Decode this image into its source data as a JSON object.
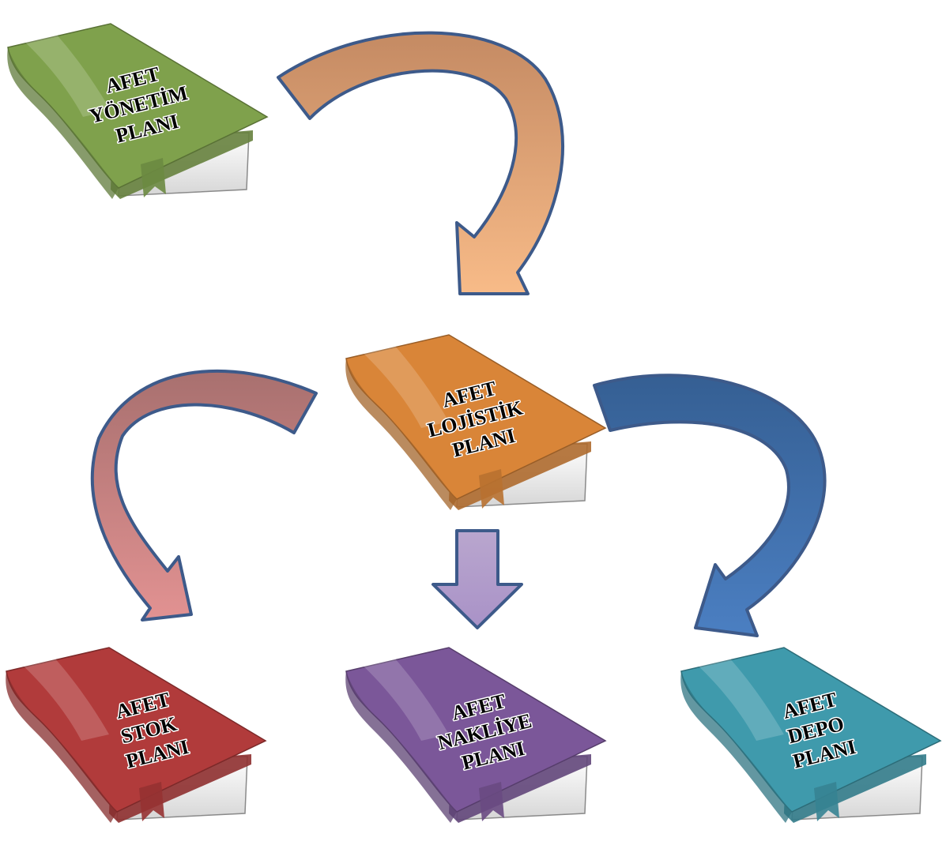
{
  "books": [
    {
      "id": "afet-yonetim-plani",
      "lines": [
        "AFET",
        "YÖNETİM",
        "PLANI"
      ],
      "color": "#7fa14c"
    },
    {
      "id": "afet-lojistik-plani",
      "lines": [
        "AFET",
        "LOJİSTİK",
        "PLANI"
      ],
      "color": "#d98538"
    },
    {
      "id": "afet-stok-plani",
      "lines": [
        "AFET",
        "STOK",
        "PLANI"
      ],
      "color": "#b13b3b"
    },
    {
      "id": "afet-nakliye-plani",
      "lines": [
        "AFET",
        "NAKLİYE",
        "PLANI"
      ],
      "color": "#7b5799"
    },
    {
      "id": "afet-depo-plani",
      "lines": [
        "AFET",
        "DEPO",
        "PLANI"
      ],
      "color": "#3f9aac"
    }
  ],
  "arrows": [
    {
      "from": "afet-yonetim-plani",
      "to": "afet-lojistik-plani",
      "color_start": "#c48a63",
      "color_end": "#f8bb88"
    },
    {
      "from": "afet-lojistik-plani",
      "to": "afet-stok-plani",
      "color_start": "#a8706f",
      "color_end": "#e29292"
    },
    {
      "from": "afet-lojistik-plani",
      "to": "afet-nakliye-plani",
      "color_start": "#b9a6ce",
      "color_end": "#a992c7"
    },
    {
      "from": "afet-lojistik-plani",
      "to": "afet-depo-plani",
      "color_start": "#355f93",
      "color_end": "#4b7fc2"
    }
  ]
}
